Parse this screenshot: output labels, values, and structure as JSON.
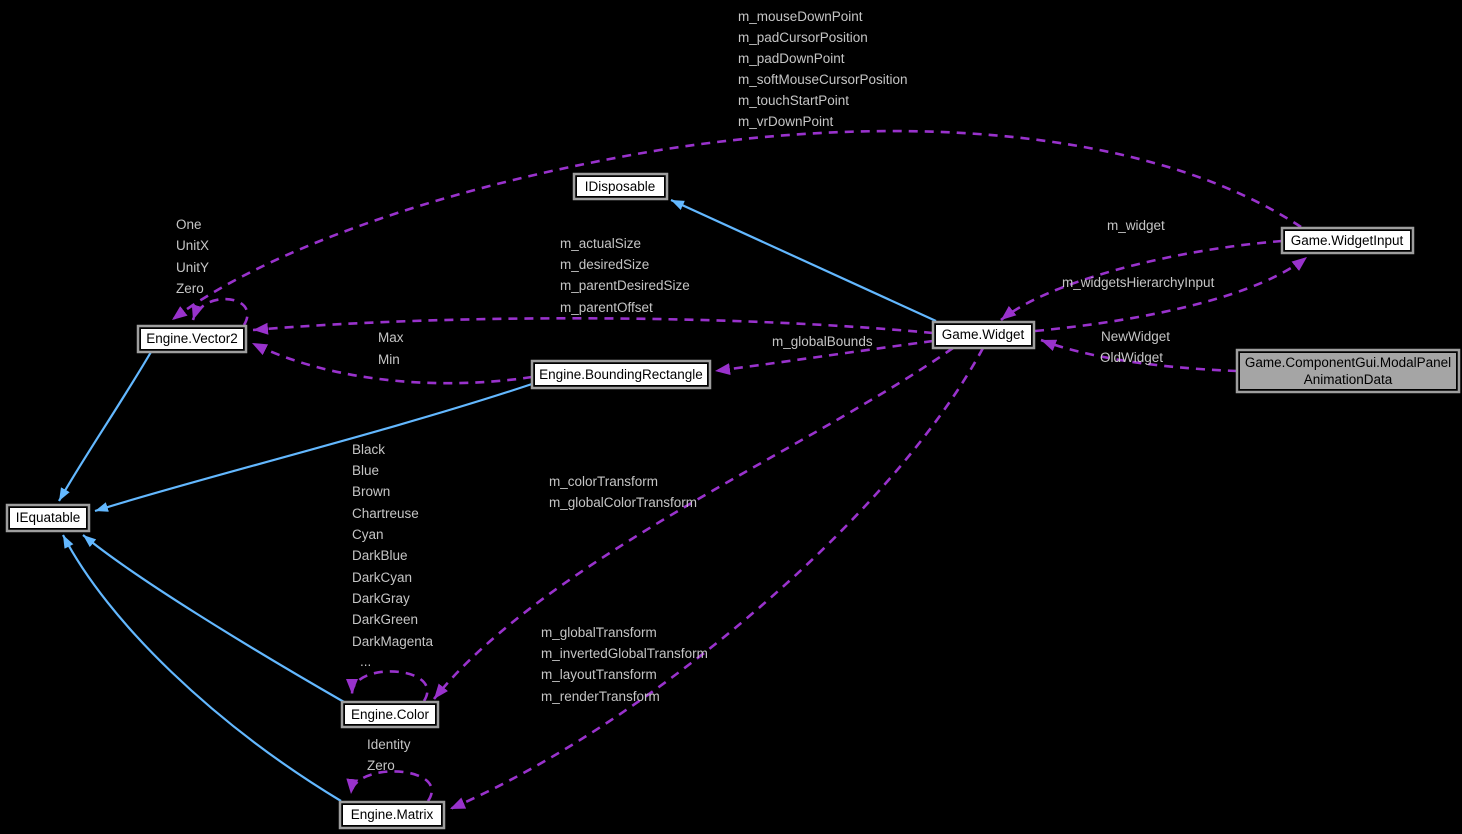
{
  "background": "#000000",
  "palette": {
    "dependency_edge": "#9932cc",
    "inheritance_edge": "#63b8ff",
    "edge_label_text": "#c5c5c5",
    "node_fill": "#ffffff",
    "node_border": "#9e9e9e",
    "node_text": "#000000",
    "highlighted_node_fill": "#a5a5a5"
  },
  "nodes": {
    "idisposable": {
      "label": "IDisposable"
    },
    "game_widget": {
      "label": "Game.Widget"
    },
    "game_widgetinput": {
      "label": "Game.WidgetInput"
    },
    "modal_panel": {
      "label_line1": "Game.ComponentGui.ModalPanel",
      "label_line2": "AnimationData"
    },
    "engine_vector2": {
      "label": "Engine.Vector2"
    },
    "engine_boundingrectangle": {
      "label": "Engine.BoundingRectangle"
    },
    "iequatable": {
      "label": "IEquatable"
    },
    "engine_color": {
      "label": "Engine.Color"
    },
    "engine_matrix": {
      "label": "Engine.Matrix"
    }
  },
  "edges": {
    "widgetinput_to_vector2": {
      "labels": [
        "m_mouseDownPoint",
        "m_padCursorPosition",
        "m_padDownPoint",
        "m_softMouseCursorPosition",
        "m_touchStartPoint",
        "m_vrDownPoint"
      ]
    },
    "vector2_self": {
      "labels": [
        "One",
        "UnitX",
        "UnitY",
        "Zero"
      ]
    },
    "widget_to_vector2": {
      "labels": [
        "m_actualSize",
        "m_desiredSize",
        "m_parentDesiredSize",
        "m_parentOffset"
      ]
    },
    "boundingrectangle_to_vector2": {
      "labels": [
        "Max",
        "Min"
      ]
    },
    "widget_to_boundingrectangle": {
      "labels": [
        "m_globalBounds"
      ]
    },
    "widgetinput_to_widget": {
      "labels": [
        "m_widget"
      ]
    },
    "widget_to_widgetinput": {
      "labels": [
        "m_widgetsHierarchyInput"
      ]
    },
    "modalpanel_to_widget": {
      "labels": [
        "NewWidget",
        "OldWidget"
      ]
    },
    "widget_to_color": {
      "labels": [
        "m_colorTransform",
        "m_globalColorTransform"
      ]
    },
    "color_self": {
      "labels": [
        "Black",
        "Blue",
        "Brown",
        "Chartreuse",
        "Cyan",
        "DarkBlue",
        "DarkCyan",
        "DarkGray",
        "DarkGreen",
        "DarkMagenta",
        "..."
      ]
    },
    "widget_to_matrix": {
      "labels": [
        "m_globalTransform",
        "m_invertedGlobalTransform",
        "m_layoutTransform",
        "m_renderTransform"
      ]
    },
    "matrix_self": {
      "labels": [
        "Identity",
        "Zero"
      ]
    }
  }
}
